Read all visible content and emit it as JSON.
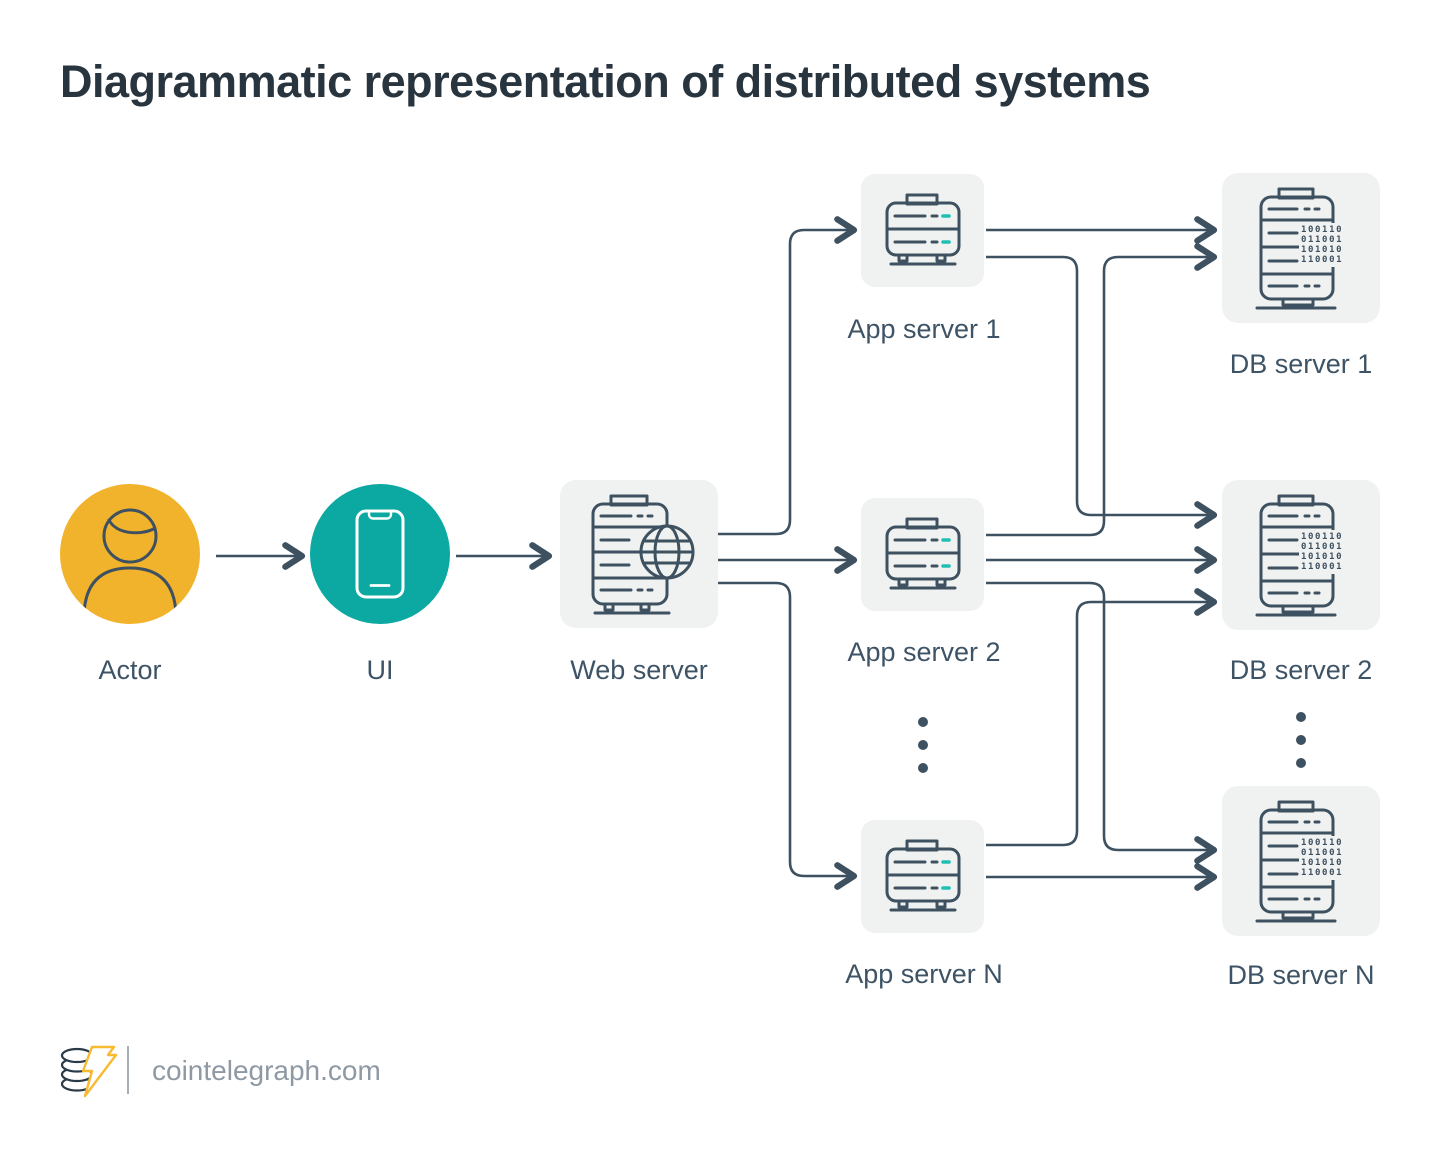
{
  "title": "Diagrammatic representation of distributed systems",
  "nodes": {
    "actor": {
      "label": "Actor"
    },
    "ui": {
      "label": "UI"
    },
    "web_server": {
      "label": "Web server"
    },
    "app_servers": [
      {
        "label": "App server 1"
      },
      {
        "label": "App server 2"
      },
      {
        "label": "App server N"
      }
    ],
    "db_servers": [
      {
        "label": "DB server 1"
      },
      {
        "label": "DB server 2"
      },
      {
        "label": "DB server N"
      }
    ]
  },
  "db_icon_binary": [
    "100110",
    "011001",
    "101010",
    "110001"
  ],
  "edges": [
    {
      "from": "Actor",
      "to": "UI"
    },
    {
      "from": "UI",
      "to": "Web server"
    },
    {
      "from": "Web server",
      "to": "App server 1"
    },
    {
      "from": "Web server",
      "to": "App server 2"
    },
    {
      "from": "Web server",
      "to": "App server N"
    },
    {
      "from": "App server 1",
      "to": "DB server 1"
    },
    {
      "from": "App server 1",
      "to": "DB server 2"
    },
    {
      "from": "App server 2",
      "to": "DB server 1"
    },
    {
      "from": "App server 2",
      "to": "DB server 2"
    },
    {
      "from": "App server 2",
      "to": "DB server N"
    },
    {
      "from": "App server N",
      "to": "DB server 2"
    },
    {
      "from": "App server N",
      "to": "DB server N"
    }
  ],
  "footer": {
    "site": "cointelegraph.com"
  },
  "colors": {
    "accent_yellow": "#F2B32C",
    "accent_teal": "#0CA9A2",
    "teal_detail": "#1FBFB4",
    "stroke": "#3E5160",
    "box_bg": "#F0F1F1",
    "title_color": "#28343E",
    "label_color": "#3E5466",
    "footer_text": "#8E99A4",
    "logo_yellow": "#F7BA31"
  }
}
